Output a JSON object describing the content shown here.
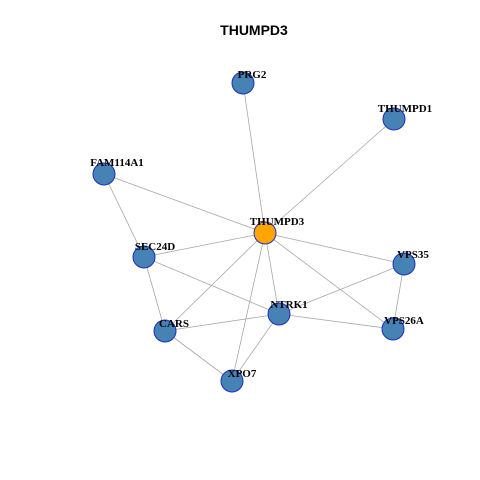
{
  "title": "THUMPD3",
  "colors": {
    "hub": "#ffa500",
    "node": "#4682b4",
    "node_border": "#1a2fbf",
    "edge": "#a8a8a8"
  },
  "nodes": [
    {
      "id": "THUMPD3",
      "label": "THUMPD3",
      "hub": true
    },
    {
      "id": "PRG2",
      "label": "PRG2"
    },
    {
      "id": "THUMPD1",
      "label": "THUMPD1"
    },
    {
      "id": "FAM114A1",
      "label": "FAM114A1"
    },
    {
      "id": "SEC24D",
      "label": "SEC24D"
    },
    {
      "id": "VPS35",
      "label": "VPS35"
    },
    {
      "id": "NTRK1",
      "label": "NTRK1"
    },
    {
      "id": "CARS",
      "label": "CARS"
    },
    {
      "id": "VPS26A",
      "label": "VPS26A"
    },
    {
      "id": "XPO7",
      "label": "XPO7"
    }
  ],
  "edges": [
    [
      "THUMPD3",
      "PRG2"
    ],
    [
      "THUMPD3",
      "THUMPD1"
    ],
    [
      "THUMPD3",
      "FAM114A1"
    ],
    [
      "THUMPD3",
      "SEC24D"
    ],
    [
      "THUMPD3",
      "VPS35"
    ],
    [
      "THUMPD3",
      "NTRK1"
    ],
    [
      "THUMPD3",
      "CARS"
    ],
    [
      "THUMPD3",
      "VPS26A"
    ],
    [
      "THUMPD3",
      "XPO7"
    ],
    [
      "FAM114A1",
      "SEC24D"
    ],
    [
      "SEC24D",
      "CARS"
    ],
    [
      "SEC24D",
      "NTRK1"
    ],
    [
      "CARS",
      "NTRK1"
    ],
    [
      "CARS",
      "XPO7"
    ],
    [
      "NTRK1",
      "XPO7"
    ],
    [
      "NTRK1",
      "VPS35"
    ],
    [
      "NTRK1",
      "VPS26A"
    ],
    [
      "VPS35",
      "VPS26A"
    ]
  ]
}
